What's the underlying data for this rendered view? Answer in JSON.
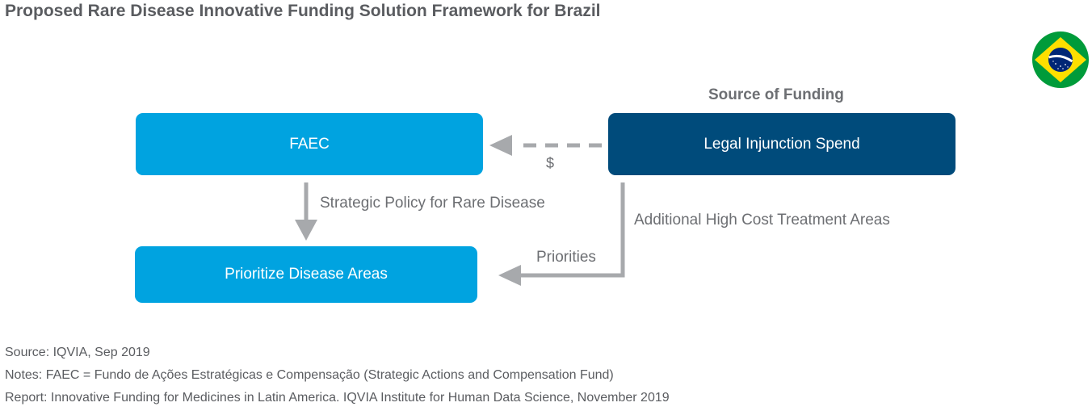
{
  "title": "Proposed Rare Disease Innovative Funding Solution Framework for Brazil",
  "source_of_funding_label": "Source of Funding",
  "boxes": {
    "faec": "FAEC",
    "legal_injunction": "Legal Injunction Spend",
    "prioritize": "Prioritize Disease Areas"
  },
  "edge_labels": {
    "dollar": "$",
    "strategic_policy": "Strategic Policy for Rare Disease",
    "additional_high_cost": "Additional High Cost Treatment Areas",
    "priorities": "Priorities"
  },
  "footer": {
    "source": "Source: IQVIA, Sep 2019",
    "notes": "Notes: FAEC = Fundo de Ações Estratégicas e Compensação (Strategic Actions and Compensation Fund)",
    "report": "Report: Innovative Funding for Medicines in Latin America. IQVIA Institute for Human Data Science, November 2019"
  },
  "colors": {
    "light_box": "#00a3e0",
    "dark_box": "#004b7b",
    "arrow": "#a7a9ac",
    "flag_green": "#009b3a",
    "flag_yellow": "#fedf00",
    "flag_blue": "#002776"
  },
  "icons": {
    "flag": "brazil-flag-icon"
  }
}
